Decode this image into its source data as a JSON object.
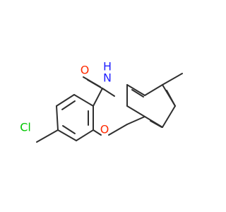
{
  "molecule": {
    "atoms": {
      "oxygen_carbonyl": "O",
      "nitrogen_amide": "N",
      "nitrogen_hydrogen": "H",
      "oxygen_ether": "O",
      "chlorine": "Cl"
    },
    "colors": {
      "bond": "#2f2f2f",
      "oxygen": "#ff2a00",
      "nitrogen": "#1f1fff",
      "chlorine": "#00c600"
    }
  }
}
